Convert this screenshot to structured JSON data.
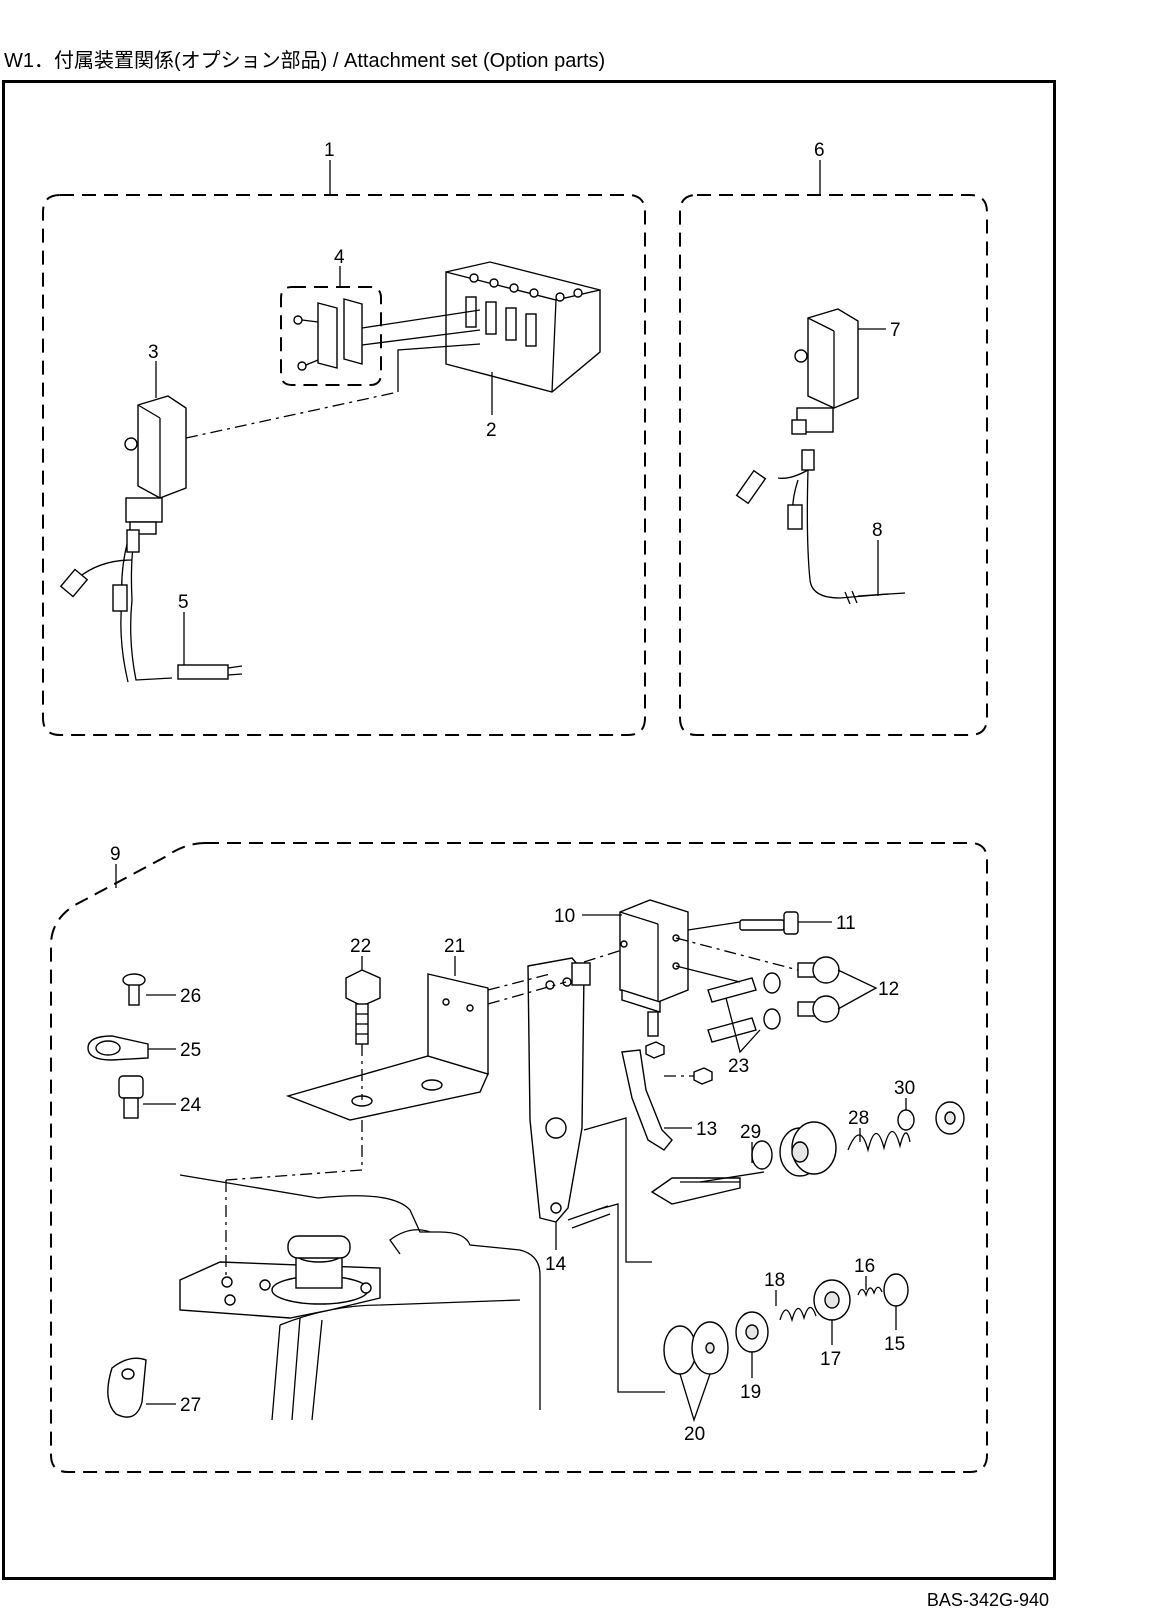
{
  "page": {
    "title": "W1．付属装置関係(オプション部品) / Attachment set (Option parts)",
    "doc_code": "BAS-342G-940"
  },
  "callouts": [
    "1",
    "2",
    "3",
    "4",
    "5",
    "6",
    "7",
    "8",
    "9",
    "10",
    "11",
    "12",
    "13",
    "14",
    "15",
    "16",
    "17",
    "18",
    "19",
    "20",
    "21",
    "22",
    "23",
    "24",
    "25",
    "26",
    "27",
    "28",
    "29",
    "30"
  ]
}
